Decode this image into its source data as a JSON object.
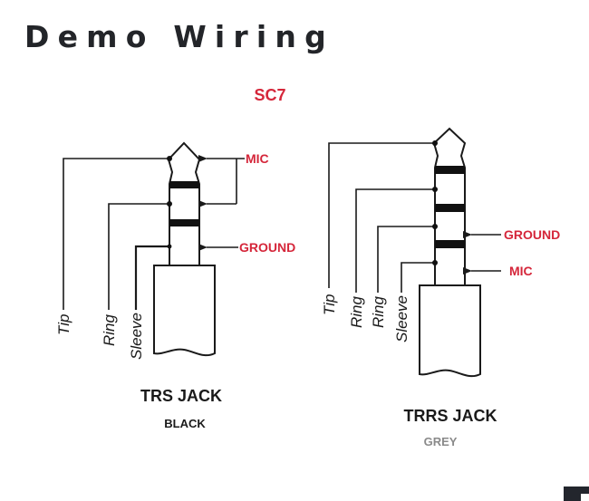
{
  "page": {
    "title": "Demo Wiring",
    "model": "SC7"
  },
  "colors": {
    "title": "#232529",
    "accent_red": "#d5263a",
    "line": "#1a1a1a",
    "grey_label": "#8a8a8a",
    "black_label": "#1a1a1a"
  },
  "trs_jack": {
    "name": "TRS JACK",
    "color_label": "BLACK",
    "wires": [
      {
        "label": "Tip",
        "contact": "tip"
      },
      {
        "label": "Ring",
        "contact": "ring"
      },
      {
        "label": "Sleeve",
        "contact": "sleeve"
      }
    ],
    "annotations": [
      {
        "label": "MIC",
        "contacts": [
          "tip",
          "ring"
        ]
      },
      {
        "label": "GROUND",
        "contacts": [
          "sleeve"
        ]
      }
    ]
  },
  "trrs_jack": {
    "name": "TRRS JACK",
    "color_label": "GREY",
    "wires": [
      {
        "label": "Tip",
        "contact": "tip"
      },
      {
        "label": "Ring",
        "contact": "ring1"
      },
      {
        "label": "Ring",
        "contact": "ring2"
      },
      {
        "label": "Sleeve",
        "contact": "sleeve"
      }
    ],
    "annotations": [
      {
        "label": "GROUND",
        "contacts": [
          "ring2"
        ]
      },
      {
        "label": "MIC",
        "contacts": [
          "sleeve"
        ]
      }
    ]
  }
}
